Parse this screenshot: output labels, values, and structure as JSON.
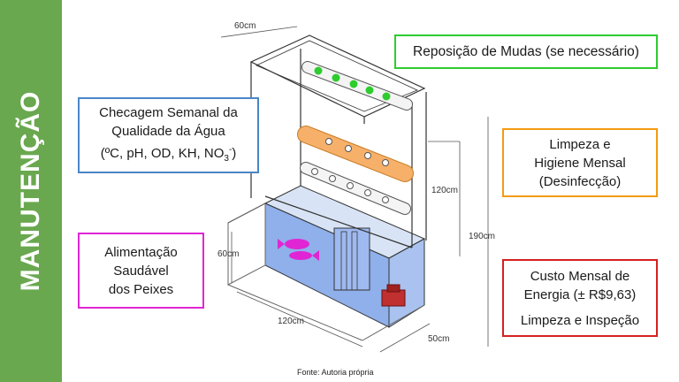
{
  "sidebar": {
    "title": "MANUTENÇÃO",
    "color": "#6aa84f"
  },
  "boxes": {
    "replant": {
      "line1": "Reposição de Mudas (se necessário)",
      "border": "#2ecc2e"
    },
    "water": {
      "line1": "Checagem Semanal da",
      "line2": "Qualidade da Água",
      "line3_prefix": "(ºC, pH, OD, KH, NO",
      "line3_sub": "3",
      "line3_sup": "-",
      "line3_suffix": ")",
      "border": "#4a86c8"
    },
    "clean": {
      "line1": "Limpeza e",
      "line2": "Higiene Mensal",
      "line3": "(Desinfecção)",
      "border": "#f39c12"
    },
    "feed": {
      "line1": "Alimentação",
      "line2": "Saudável",
      "line3": "dos Peixes",
      "border": "#e026d4"
    },
    "energy": {
      "line1": "Custo Mensal de",
      "line2": "Energia (± R$9,63)",
      "line3": "Limpeza e Inspeção",
      "border": "#d62020"
    }
  },
  "dimensions": {
    "top_width": "60cm",
    "column_height": "120cm",
    "total_height": "190cm",
    "tank_height": "60cm",
    "tank_length": "120cm",
    "tank_depth": "50cm"
  },
  "source": "Fonte: Autoria própria"
}
